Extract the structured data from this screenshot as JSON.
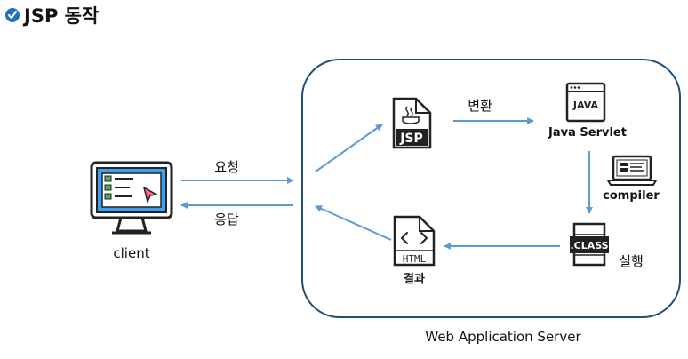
{
  "title": "JSP 동작",
  "colors": {
    "accent": "#1e73be",
    "arrow": "#5b9bd5",
    "server_border": "#1f4e79",
    "icon_dark": "#222222",
    "monitor_screen": "#3da0f5"
  },
  "client": {
    "label": "client",
    "icon": "monitor-icon"
  },
  "edges": {
    "request": "요청",
    "response": "응답",
    "convert": "변환",
    "execute": "실행",
    "result": "결과"
  },
  "server": {
    "label": "Web Application Server",
    "jsp_icon_text": "JSP",
    "java_icon_text": "JAVA",
    "servlet_label": "Java Servlet",
    "compiler_label": "compiler",
    "class_icon_text": ".CLASS",
    "html_icon_text": "HTML"
  }
}
